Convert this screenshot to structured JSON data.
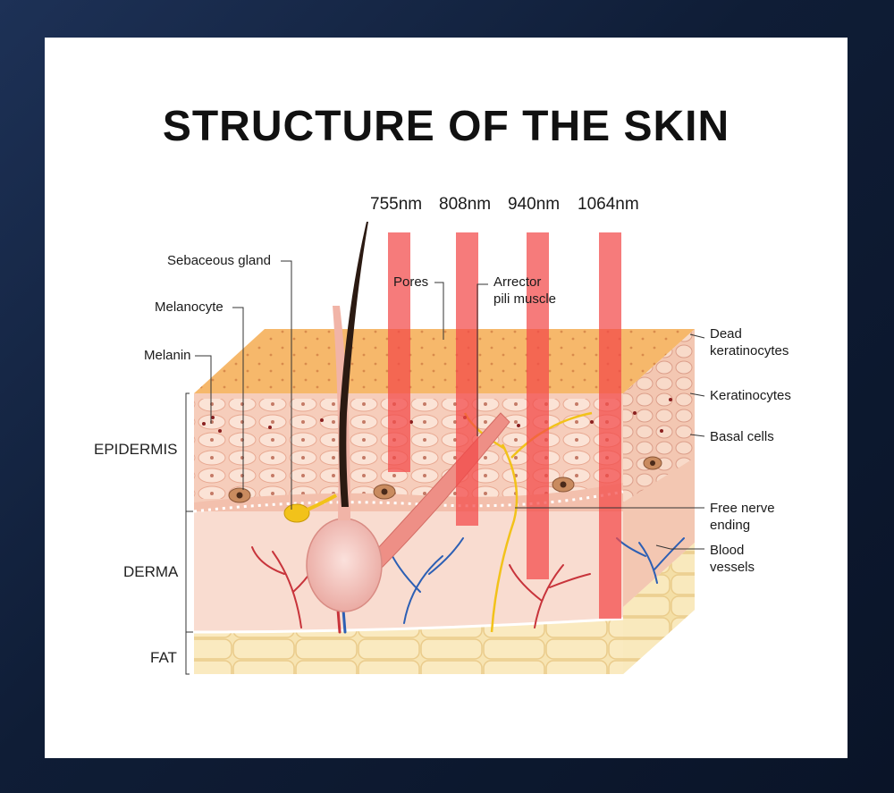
{
  "title": "STRUCTURE OF THE SKIN",
  "wavelengths": [
    "755nm",
    "808nm",
    "940nm",
    "1064nm"
  ],
  "labels": {
    "sebaceous_gland": "Sebaceous gland",
    "melanocyte": "Melanocyte",
    "melanin": "Melanin",
    "pores": "Pores",
    "arrector_line1": "Arrector",
    "arrector_line2": "pili muscle",
    "dead_line1": "Dead",
    "dead_line2": "keratinocytes",
    "keratinocytes": "Keratinocytes",
    "basal_cells": "Basal cells",
    "nerve_line1": "Free nerve",
    "nerve_line2": "ending",
    "blood_line1": "Blood",
    "blood_line2": "vessels"
  },
  "layers": {
    "epidermis": "EPIDERMIS",
    "derma": "DERMA",
    "fat": "FAT"
  },
  "colors": {
    "beam": "#f24848",
    "surface": "#f6b76a",
    "epidermis": "#f6cdbb",
    "derma": "#f9dcd0",
    "fat": "#f7e4b2",
    "hair": "#2b1a12"
  }
}
